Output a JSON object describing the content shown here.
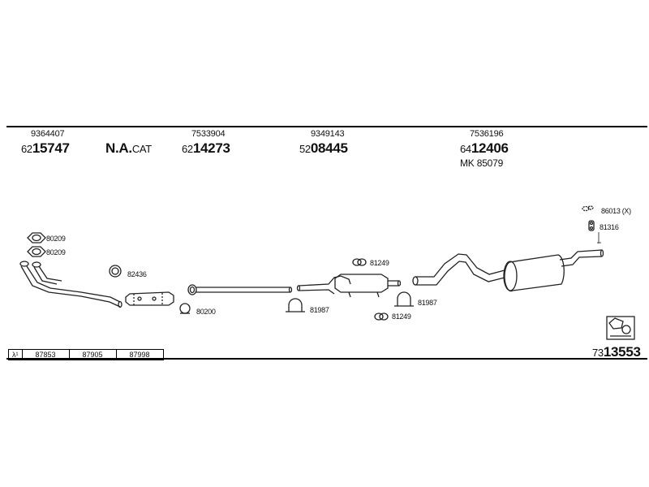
{
  "header_parts": [
    {
      "ref": "9364407",
      "prefix": "62",
      "main": "15747"
    },
    {
      "ref": "7533904",
      "prefix": "62",
      "main": "14273"
    },
    {
      "ref": "9349143",
      "prefix": "52",
      "main": "08445"
    },
    {
      "ref": "7536196",
      "prefix": "64",
      "main": "12406",
      "note": "MK  85079"
    }
  ],
  "na_cat": {
    "bold": "N.A.",
    "rest": "CAT"
  },
  "labels": {
    "gasket_top": "80209",
    "gasket_bottom": "80209",
    "ring": "82436",
    "clamp_left": "80200",
    "rubber_upper": "81249",
    "clamp_mid": "81987",
    "clamp_right": "81987",
    "rubber_lower": "81249",
    "hanger_x": "86013 (X)",
    "hanger": "81316"
  },
  "ref_table": {
    "symbol": "λ¹",
    "cells": [
      "87853",
      "87905",
      "87998"
    ]
  },
  "footer_code": {
    "prefix": "73",
    "main": "13553"
  }
}
